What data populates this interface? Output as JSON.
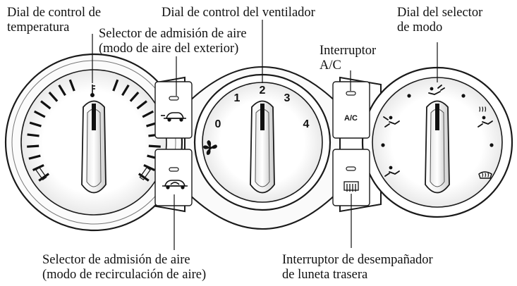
{
  "labels": {
    "temp_dial": [
      "Dial de control de",
      "temperatura"
    ],
    "fan_dial": "Dial de control del ventilador",
    "mode_dial": [
      "Dial del selector",
      "de modo"
    ],
    "intake_fresh": [
      "Selector de admisión de aire",
      "(modo de aire del exterior)"
    ],
    "ac_switch": [
      "Interruptor",
      "A/C"
    ],
    "intake_recirc": [
      "Selector de admisión de aire",
      "(modo de recirculación de aire)"
    ],
    "rear_defogger": [
      "Interruptor de desempañador",
      "de luneta trasera"
    ]
  },
  "panel": {
    "fan_speeds": [
      "0",
      "1",
      "2",
      "3",
      "4"
    ],
    "ac_label": "A/C"
  },
  "icons": [
    "temperature-icon",
    "fresh-air-icon",
    "recirculation-icon",
    "fan-icon",
    "rear-defogger-icon",
    "vent-icon",
    "bilevel-icon",
    "floor-icon",
    "floor-defrost-icon",
    "defrost-icon"
  ]
}
